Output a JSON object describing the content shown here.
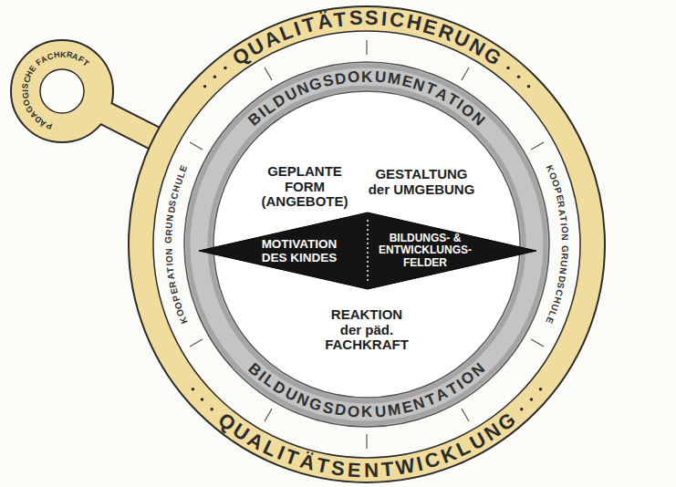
{
  "diagram": {
    "nodes": [
      {
        "text": [
          "PÄDAGOGISCHE FACHKRAFT"
        ]
      },
      {
        "text": [
          "QUALITÄTSSICHERUNG",
          "QUALITÄTSENTWICKLUNG"
        ]
      },
      {
        "text": [
          "BILDUNGSDOKUMENTATION",
          "BILDUNGSDOKUMENTATION"
        ],
        "in": 1
      },
      {
        "text": [
          "GEPLANTE FORM (ANGEBOTE)",
          "GESTALTUNG der UMGEBUNG",
          "REAKTION der päd. FACHKRAFT"
        ],
        "in": 2
      },
      {
        "text": [
          "MOTIVATION DES KINDES",
          "BILDUNGS- & ENTWICKLUNGS- FELDER"
        ],
        "in": 3
      }
    ],
    "labels": [
      "KOOPERATION GRUNDSCHULE",
      "KOOPERATION GRUNDSCHULE"
    ]
  }
}
